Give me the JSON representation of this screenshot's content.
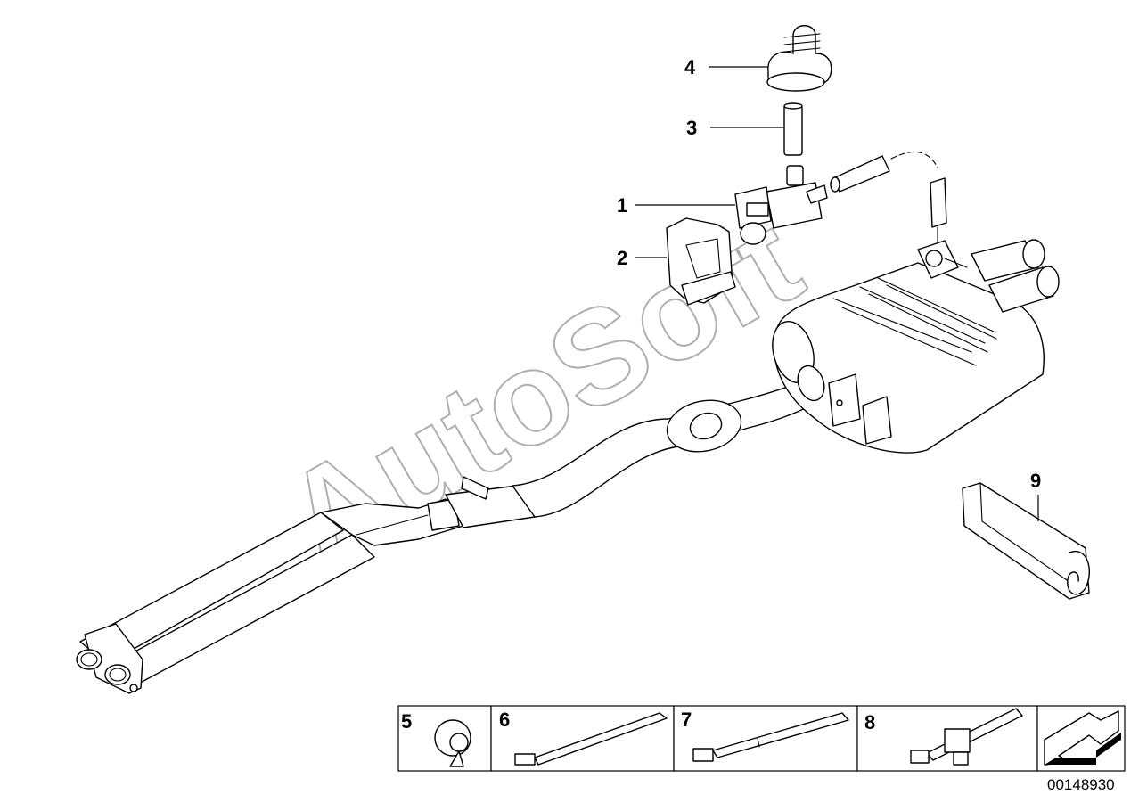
{
  "watermark": "AutoSoft",
  "callouts": {
    "p1": "1",
    "p2": "2",
    "p3": "3",
    "p4": "4",
    "p9": "9"
  },
  "legend": {
    "items": [
      {
        "label": "5",
        "icon": "hose-clamp-icon"
      },
      {
        "label": "6",
        "icon": "cable-tie-icon"
      },
      {
        "label": "7",
        "icon": "cable-tie-long-icon"
      },
      {
        "label": "8",
        "icon": "cable-tie-clip-icon"
      }
    ],
    "direction_icon": "front-arrow-icon"
  },
  "document_number": "00148930"
}
